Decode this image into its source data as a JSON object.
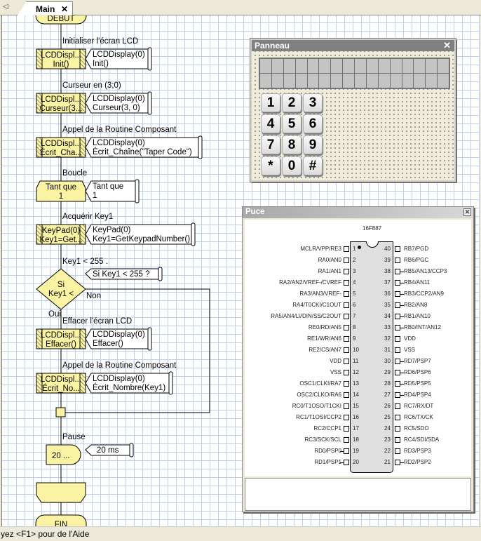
{
  "tabs": {
    "nav_left": "◁",
    "main": "Main",
    "close": "✕"
  },
  "flowchart": {
    "start": "DEBUT",
    "end": "FIN",
    "steps": [
      {
        "label": "Initialiser l'écran LCD",
        "box": [
          "LCDDispl...",
          "Init()"
        ],
        "comment": [
          "LCDDisplay(0)",
          "Init()"
        ]
      },
      {
        "label": "Curseur en (3;0)",
        "box": [
          "LCDDispl...",
          "Curseur(3..."
        ],
        "comment": [
          "LCDDisplay(0)",
          "Curseur(3, 0)"
        ]
      },
      {
        "label": "Appel de la Routine Composant",
        "box": [
          "LCDDispl...",
          "Écrit_Cha..."
        ],
        "comment": [
          "LCDDisplay(0)",
          "Écrit_Chaîne(\"Taper Code\")"
        ]
      },
      {
        "label": "Boucle",
        "box": [
          "Tant que",
          "1"
        ],
        "comment": [
          "Tant que",
          "1"
        ]
      },
      {
        "label": "Acquérir Key1",
        "box": [
          "KeyPad(0)",
          "Key1=Get..."
        ],
        "comment": [
          "KeyPad(0)",
          "Key1=GetKeypadNumber()"
        ]
      },
      {
        "label": "Key1 < 255 .",
        "box": [
          "Si",
          "Key1 <"
        ],
        "comment": [
          "Si  Key1 < 255 ?"
        ],
        "yes": "Oui",
        "no": "Non"
      },
      {
        "label": "Effacer l'écran LCD",
        "box": [
          "LCDDispl...",
          "Effacer()"
        ],
        "comment": [
          "LCDDisplay(0)",
          "Effacer()"
        ]
      },
      {
        "label": "Appel de la Routine Composant",
        "box": [
          "LCDDispl...",
          "Écrit_No..."
        ],
        "comment": [
          "LCDDisplay(0)",
          "Écrit_Nombre(Key1)"
        ]
      },
      {
        "label": "Pause",
        "box": [
          "20 ..."
        ],
        "comment": [
          "20 ms"
        ]
      }
    ]
  },
  "panneau": {
    "title": "Panneau",
    "close": "✕",
    "keys": [
      "1",
      "2",
      "3",
      "4",
      "5",
      "6",
      "7",
      "8",
      "9",
      "*",
      "0",
      "#"
    ]
  },
  "puce": {
    "title": "Puce",
    "close": "✕",
    "chip": "16F887",
    "left_pins": [
      [
        "MCLR/VPP/RE3",
        false
      ],
      [
        "RA0/AN0",
        false
      ],
      [
        "RA1/AN1",
        false
      ],
      [
        "RA2/AN2/VREF-/CVREF",
        false
      ],
      [
        "RA3/AN3/VREF-",
        false
      ],
      [
        "RA4/T0CKI/C1OUT",
        false
      ],
      [
        "RA5/AN4/LVDIN/SS/C2OUT",
        false
      ],
      [
        "RE0/RD/AN5",
        false
      ],
      [
        "RE1/WR/AN6",
        false
      ],
      [
        "RE2/CS/AN7",
        false
      ],
      [
        "VDD",
        false
      ],
      [
        "VSS",
        false
      ],
      [
        "OSC1/CLKI/RA7",
        false
      ],
      [
        "OSC2/CLKO/RA6",
        false
      ],
      [
        "RC0/T1OSO/T1CKI",
        false
      ],
      [
        "RC1/T1OSI/CCP2",
        false
      ],
      [
        "RC2/CCP1",
        false
      ],
      [
        "RC3/SCK/SCL",
        false
      ],
      [
        "RD0/PSP0",
        true
      ],
      [
        "RD1/PSP1",
        true
      ]
    ],
    "right_pins": [
      [
        "RB7/PGD",
        false
      ],
      [
        "RB6/PGC",
        false
      ],
      [
        "RB5/AN13/CCP3",
        true
      ],
      [
        "RB4/AN11",
        true
      ],
      [
        "RB3/CCP2/AN9",
        true
      ],
      [
        "RB2/AN8",
        true
      ],
      [
        "RB1/AN10",
        true
      ],
      [
        "RB0/INT/AN12",
        true
      ],
      [
        "VDD",
        false
      ],
      [
        "VSS",
        false
      ],
      [
        "RD7/PSP7",
        true
      ],
      [
        "RD6/PSP6",
        true
      ],
      [
        "RD5/PSP5",
        true
      ],
      [
        "RD4/PSP4",
        true
      ],
      [
        "RC7/RX/DT",
        false
      ],
      [
        "RC6/TX/CK",
        false
      ],
      [
        "RC5/SDO",
        false
      ],
      [
        "RC4/SDI/SDA",
        false
      ],
      [
        "RD3/PSP3",
        false
      ],
      [
        "RD2/PSP2",
        true
      ]
    ]
  },
  "status": {
    "text": "yez <F1> pour de l'Aide"
  },
  "colors": {
    "block_fill": "#fbf3a4",
    "grid": "#bcd0ee",
    "titlebar": "#808080"
  }
}
